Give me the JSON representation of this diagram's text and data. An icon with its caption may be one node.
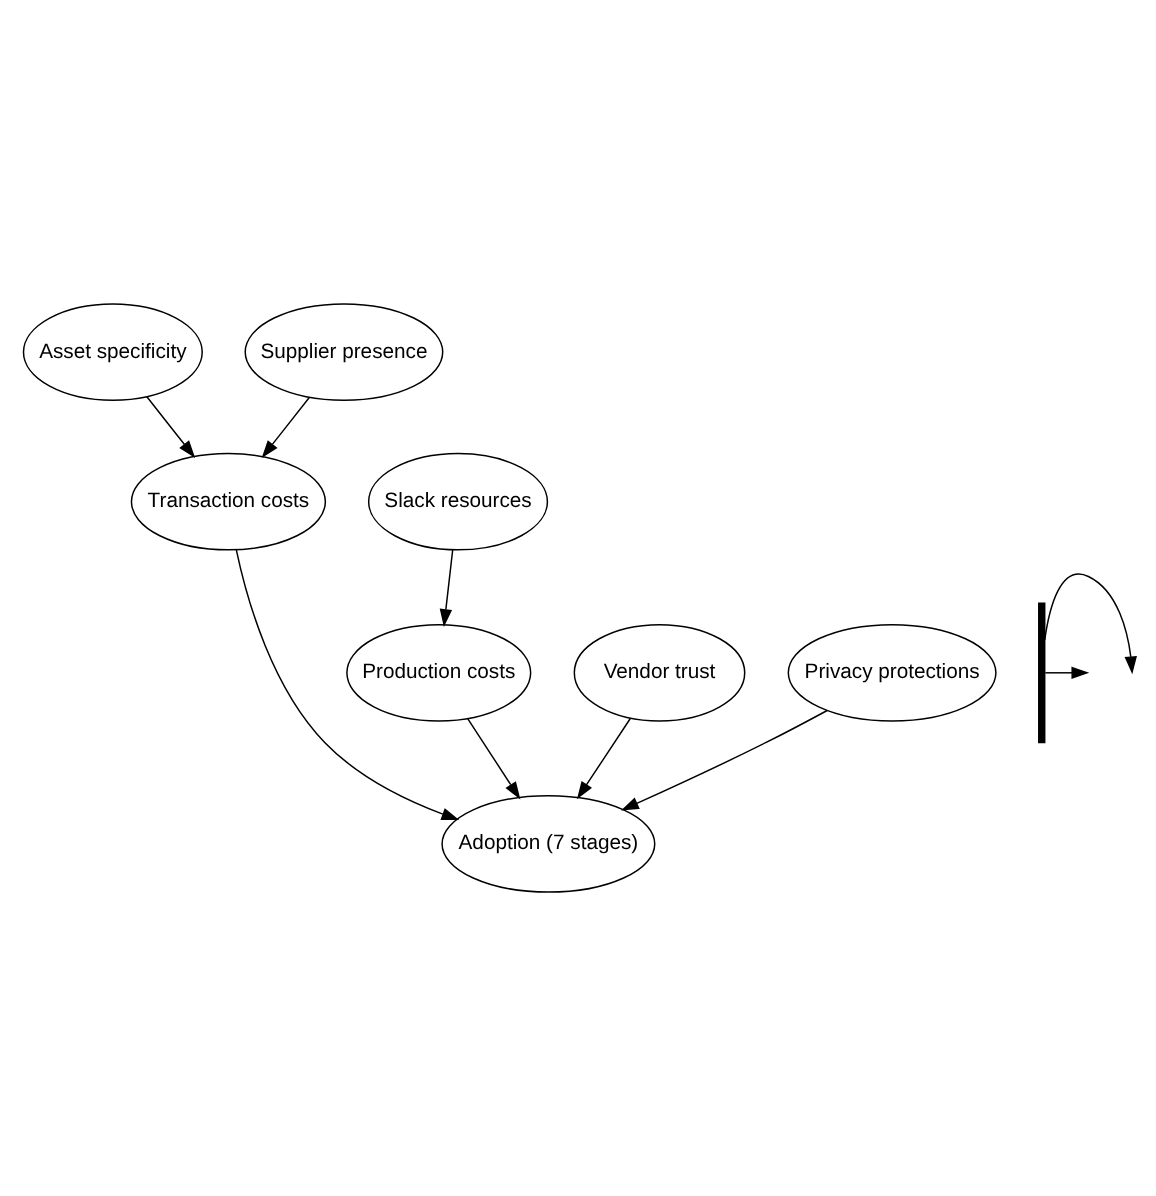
{
  "diagram": {
    "nodes": [
      {
        "text": [
          "Asset specificity"
        ]
      },
      {
        "text": [
          "Supplier presence"
        ]
      },
      {
        "text": [
          "Transaction costs"
        ]
      },
      {
        "text": [
          "Slack resources"
        ]
      },
      {
        "text": [
          "Production costs"
        ]
      },
      {
        "text": [
          "Vendor trust"
        ]
      },
      {
        "text": [
          "Privacy protections"
        ]
      },
      {
        "text": [
          "Adoption (7 stages)"
        ]
      },
      {
        "text": [],
        "shape": "brace"
      }
    ],
    "edges": [
      {
        "from": 0,
        "to": 2,
        "arrow": "to"
      },
      {
        "from": 1,
        "to": 2,
        "arrow": "to"
      },
      {
        "from": 3,
        "to": 4,
        "arrow": "to"
      },
      {
        "from": 2,
        "to": 7,
        "arrow": "to"
      },
      {
        "from": 4,
        "to": 7,
        "arrow": "to"
      },
      {
        "from": 5,
        "to": 7,
        "arrow": "to"
      },
      {
        "from": 6,
        "to": 7,
        "arrow": "to"
      },
      {
        "from": 8,
        "to": null,
        "arrow": "to"
      },
      {
        "from": 8,
        "to": null,
        "arrow": "to"
      }
    ]
  }
}
